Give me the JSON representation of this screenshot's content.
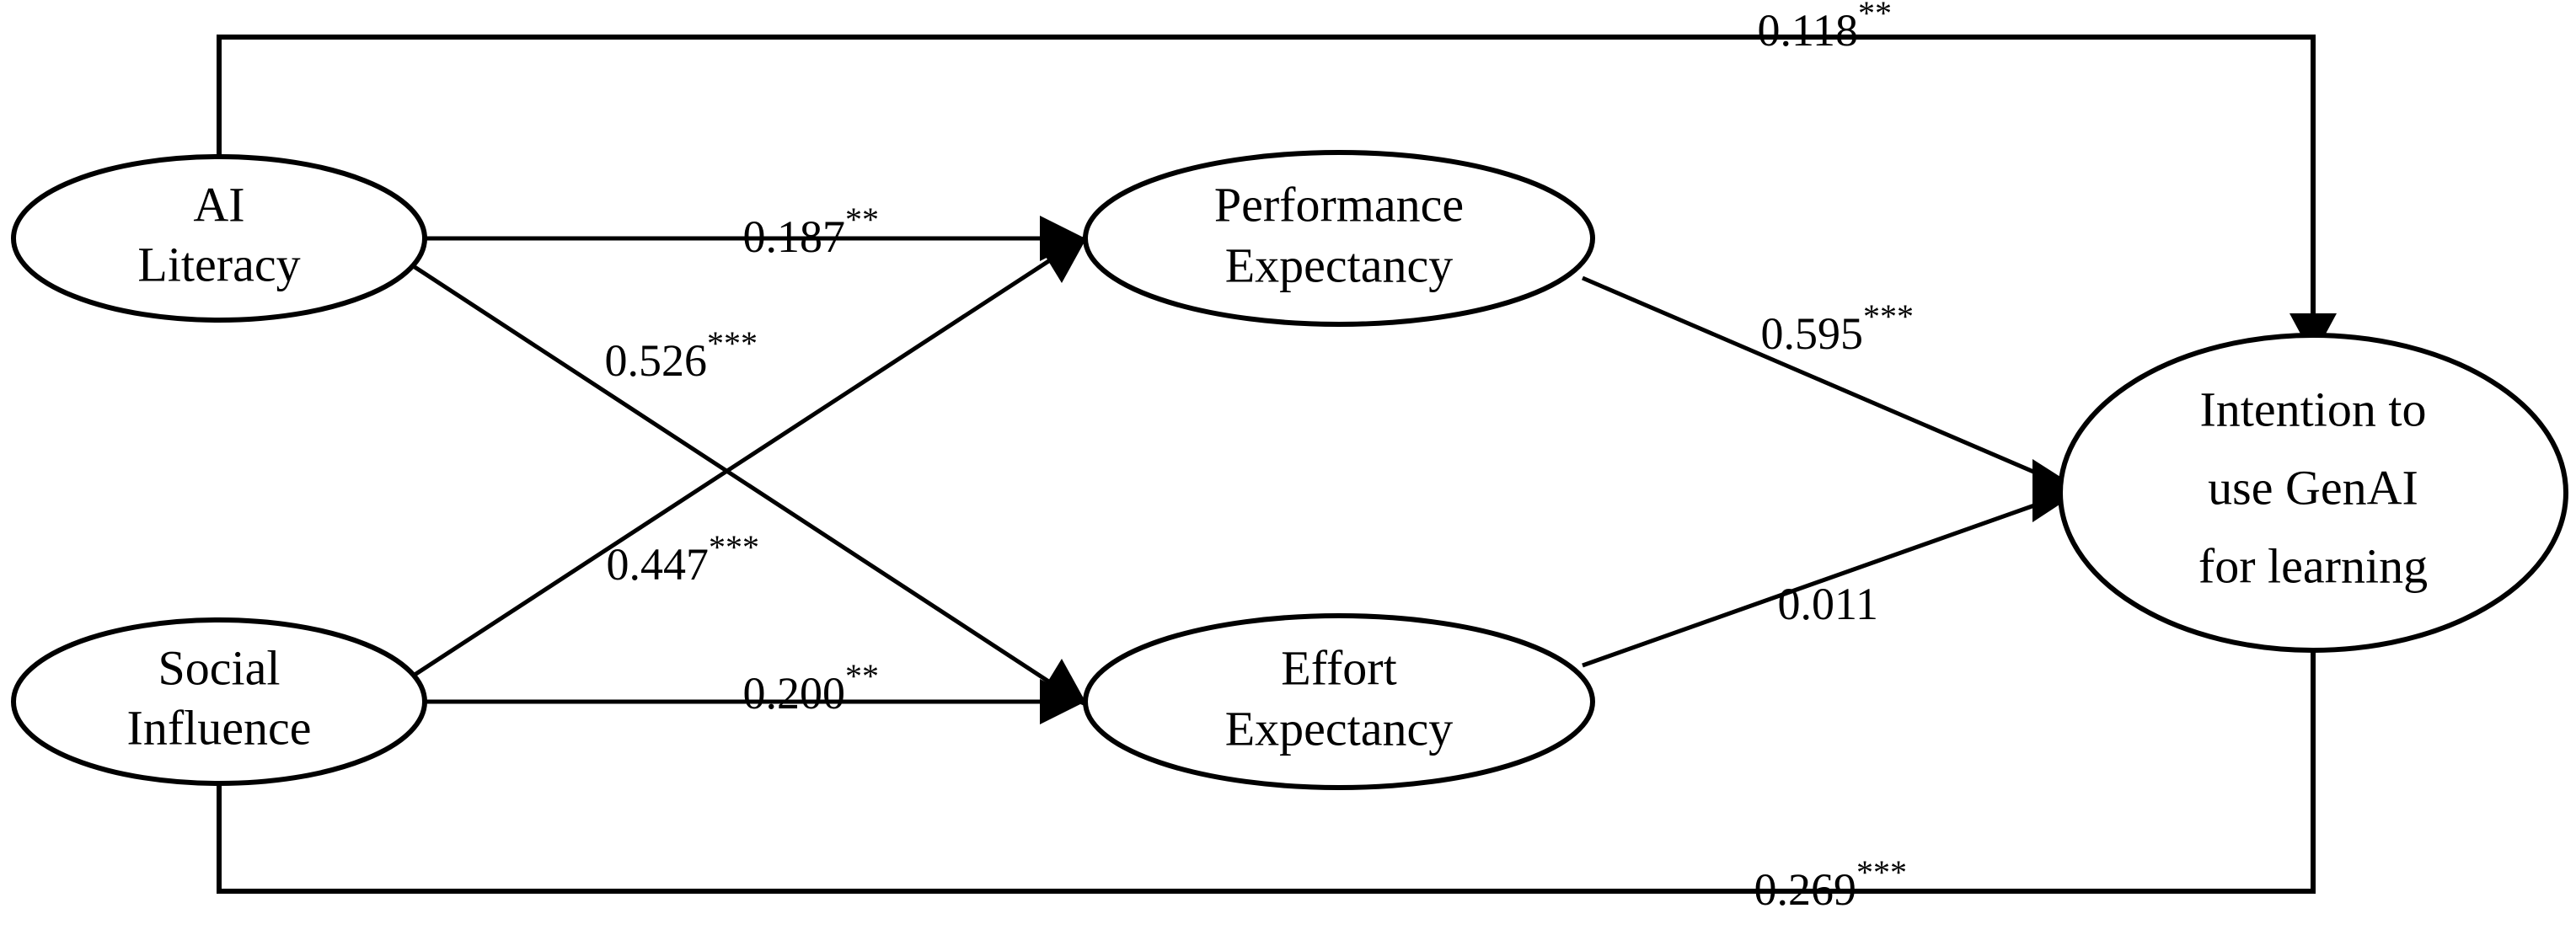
{
  "figure": {
    "type": "structural-equation-model-path-diagram",
    "background_color": "#ffffff",
    "line_color": "#000000"
  },
  "nodes": [
    {
      "id": "ai_literacy",
      "name": "ai-literacy",
      "lines": [
        "AI",
        "Literacy"
      ],
      "line1": "AI",
      "line2": "Literacy",
      "line3": ""
    },
    {
      "id": "social_influence",
      "name": "social-influence",
      "lines": [
        "Social",
        "Influence"
      ],
      "line1": "Social",
      "line2": "Influence",
      "line3": ""
    },
    {
      "id": "performance_expectancy",
      "name": "performance-expectancy",
      "lines": [
        "Performance",
        "Expectancy"
      ],
      "line1": "Performance",
      "line2": "Expectancy",
      "line3": ""
    },
    {
      "id": "effort_expectancy",
      "name": "effort-expectancy",
      "lines": [
        "Effort",
        "Expectancy"
      ],
      "line1": "Effort",
      "line2": "Expectancy",
      "line3": ""
    },
    {
      "id": "intention",
      "name": "intention-to-use-genai-for-learning",
      "lines": [
        "Intention to",
        "use GenAI",
        "for learning"
      ],
      "line1": "Intention to",
      "line2": "use GenAI",
      "line3": "for learning"
    }
  ],
  "paths": [
    {
      "id": "al_to_pe",
      "from": "ai_literacy",
      "to": "performance_expectancy",
      "value": "0.187",
      "stars": "**",
      "full": "0.187**"
    },
    {
      "id": "al_to_ee",
      "from": "ai_literacy",
      "to": "effort_expectancy",
      "value": "0.526",
      "stars": "***",
      "full": "0.526***"
    },
    {
      "id": "si_to_pe",
      "from": "social_influence",
      "to": "performance_expectancy",
      "value": "0.447",
      "stars": "***",
      "full": "0.447***"
    },
    {
      "id": "si_to_ee",
      "from": "social_influence",
      "to": "effort_expectancy",
      "value": "0.200",
      "stars": "**",
      "full": "0.200**"
    },
    {
      "id": "pe_to_int",
      "from": "performance_expectancy",
      "to": "intention",
      "value": "0.595",
      "stars": "***",
      "full": "0.595***"
    },
    {
      "id": "ee_to_int",
      "from": "effort_expectancy",
      "to": "intention",
      "value": "0.011",
      "stars": "",
      "full": "0.011"
    },
    {
      "id": "al_to_int",
      "from": "ai_literacy",
      "to": "intention",
      "value": "0.118",
      "stars": "**",
      "full": "0.118**"
    },
    {
      "id": "si_to_int",
      "from": "social_influence",
      "to": "intention",
      "value": "0.269",
      "stars": "***",
      "full": "0.269***"
    }
  ]
}
